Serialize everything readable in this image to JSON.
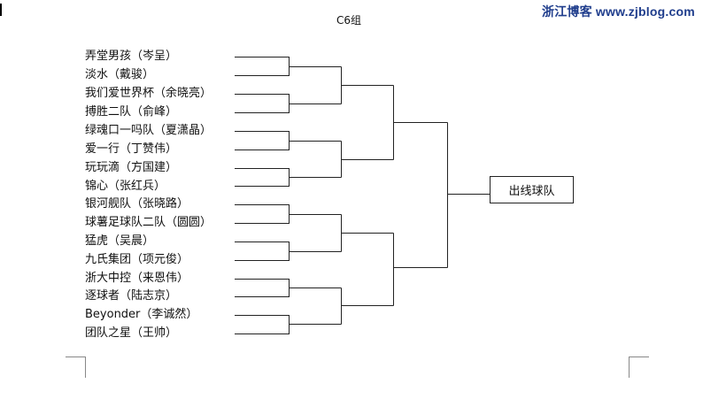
{
  "title": "C6组",
  "watermark": "浙江博客 www.zjblog.com",
  "teams": [
    "弄堂男孩（岑呈）",
    "淡水（戴骏）",
    "我们爱世界杯（余晓亮）",
    "搏胜二队（俞峰）",
    "绿魂口一吗队（夏潇晶）",
    "爱一行（丁赞伟）",
    "玩玩滴（方国建）",
    "锦心（张红兵）",
    "银河舰队（张晓路）",
    "球薯足球队二队（圆圆）",
    "猛虎（吴晨）",
    "九氏集团（项元俊）",
    "浙大中控（来恩伟）",
    "逐球者（陆志京）",
    "Beyonder（李诚然）",
    "团队之星（王帅）"
  ],
  "final": {
    "label": "出线球队"
  }
}
